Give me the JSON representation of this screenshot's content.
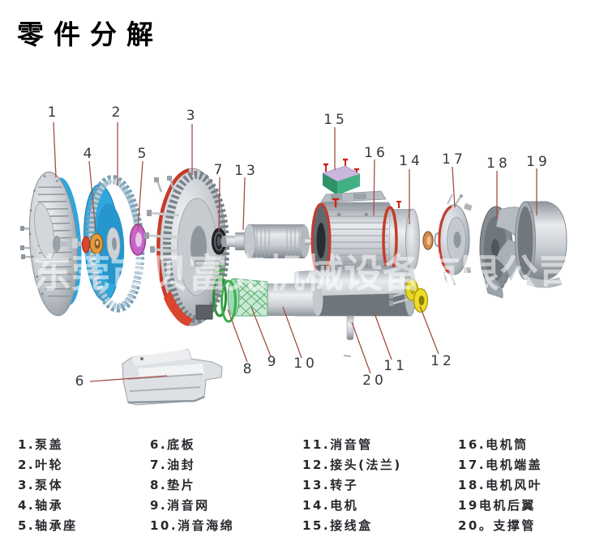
{
  "title": "零件分解",
  "watermark": {
    "text": "东莞市贝富克机械设备有限公司"
  },
  "diagram": {
    "callouts": [
      {
        "num": "1",
        "part": "泵盖"
      },
      {
        "num": "2",
        "part": "叶轮"
      },
      {
        "num": "3",
        "part": "泵体"
      },
      {
        "num": "4",
        "part": "轴承"
      },
      {
        "num": "5",
        "part": "轴承座"
      },
      {
        "num": "6",
        "part": "底板"
      },
      {
        "num": "7",
        "part": "油封"
      },
      {
        "num": "8",
        "part": "垫片"
      },
      {
        "num": "9",
        "part": "消音网"
      },
      {
        "num": "10",
        "part": "消音海绵"
      },
      {
        "num": "11",
        "part": "消音管"
      },
      {
        "num": "12",
        "part": "接头(法兰)"
      },
      {
        "num": "13",
        "part": "转子"
      },
      {
        "num": "14",
        "part": "电机"
      },
      {
        "num": "15",
        "part": "接线盒"
      },
      {
        "num": "16",
        "part": "电机筒"
      },
      {
        "num": "17",
        "part": "电机端盖"
      },
      {
        "num": "18",
        "part": "电机风叶"
      },
      {
        "num": "19",
        "part": "电机后翼"
      },
      {
        "num": "20",
        "part": "支撑管"
      }
    ]
  },
  "legend": {
    "columns": [
      {
        "items": [
          "1.泵盖",
          "2.叶轮",
          "3.泵体",
          "4.轴承",
          "5.轴承座"
        ]
      },
      {
        "items": [
          "6.底板",
          "7.油封",
          "8.垫片",
          "9.消音网",
          "10.消音海绵"
        ]
      },
      {
        "items": [
          "11.消音管",
          "12.接头(法兰)",
          "13.转子",
          "14.电机",
          "15.接线盒"
        ]
      },
      {
        "items": [
          "16.电机筒",
          "17.电机端盖",
          "18.电机风叶",
          "19电机后翼",
          "20。支撑管"
        ]
      }
    ]
  },
  "colors": {
    "leader_line": "#a34f45",
    "callout_text": "#35393e",
    "impeller_blue": "#2fa6dc",
    "pump_rim_red": "#c73b2b",
    "accent_red": "#d9452e",
    "junction_box_green": "#41b183",
    "junction_box_lid": "#cbb7dd",
    "gasket_green": "#3aa33c",
    "mesh_green": "#c8e9d2",
    "flange_yellow": "#e8d821",
    "bearing_orange": "#e09b3f",
    "bearing_seat_magenta": "#c665c5",
    "copper_bushing": "#cf8c52",
    "metal_gray": "#c6cbd0"
  }
}
